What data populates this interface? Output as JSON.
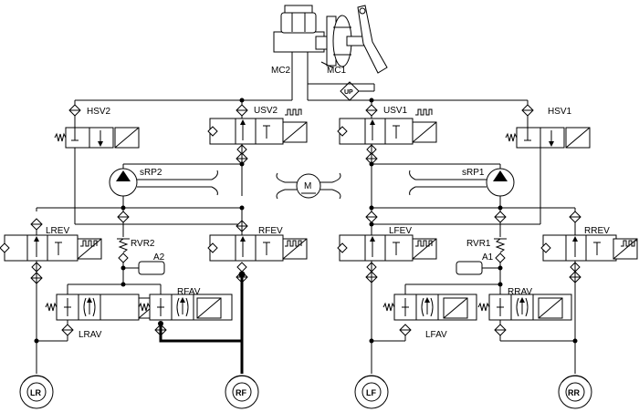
{
  "labels": {
    "mc2": "MC2",
    "mc1": "MC1",
    "up": "UP",
    "hsv2": "HSV2",
    "usv2": "USV2",
    "usv1": "USV1",
    "hsv1": "HSV1",
    "srp2": "sRP2",
    "srp1": "sRP1",
    "motor": "M",
    "lrev": "LREV",
    "rvr2": "RVR2",
    "rfev": "RFEV",
    "lfev": "LFEV",
    "rvr1": "RVR1",
    "rrev": "RREV",
    "a2": "A2",
    "a1": "A1",
    "lrav": "LRAV",
    "rfav": "RFAV",
    "rrav": "RRAV",
    "lfav": "LFAV",
    "wheel_lr": "LR",
    "wheel_rf": "RF",
    "wheel_lf": "LF",
    "wheel_rr": "RR"
  }
}
